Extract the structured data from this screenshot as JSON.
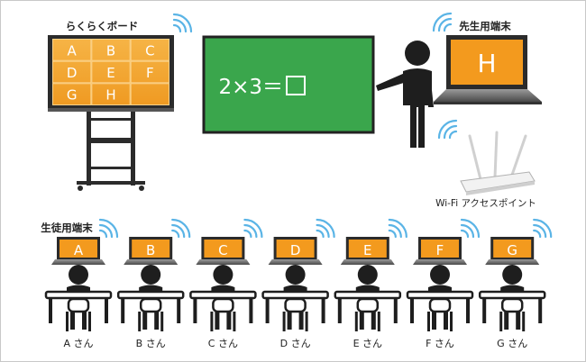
{
  "board": {
    "label": "らくらくボード",
    "cells": [
      "A",
      "B",
      "C",
      "D",
      "E",
      "F",
      "G",
      "H",
      ""
    ]
  },
  "chalkboard": {
    "equation": "2×3＝",
    "answer_box": "□"
  },
  "teacher_terminal": {
    "label": "先生用端末",
    "screen_letter": "H"
  },
  "access_point": {
    "label": "Wi-Fi アクセスポイント"
  },
  "students": {
    "label": "生徒用端末",
    "items": [
      {
        "letter": "A",
        "name": "A さん"
      },
      {
        "letter": "B",
        "name": "B さん"
      },
      {
        "letter": "C",
        "name": "C さん"
      },
      {
        "letter": "D",
        "name": "D さん"
      },
      {
        "letter": "E",
        "name": "E さん"
      },
      {
        "letter": "F",
        "name": "F さん"
      },
      {
        "letter": "G",
        "name": "G さん"
      }
    ]
  },
  "colors": {
    "orange": "#f39a1e",
    "board_fill": "#f5b03a",
    "chalk_green": "#3aa64c",
    "dark": "#222222",
    "wifi_blue": "#5ab4e6"
  }
}
